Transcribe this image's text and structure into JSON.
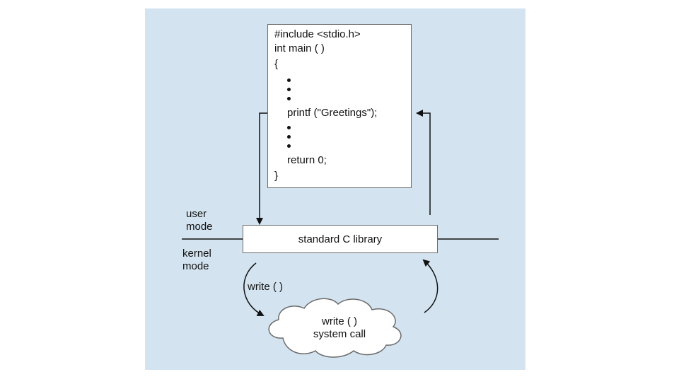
{
  "code": {
    "line1": "#include <stdio.h>",
    "line2": "int main ( )",
    "line3": "{",
    "line4": "printf (\"Greetings\");",
    "line5": "return 0;",
    "line6": "}"
  },
  "library": {
    "label": "standard C library"
  },
  "modes": {
    "user": [
      "user",
      "mode"
    ],
    "kernel": [
      "kernel",
      "mode"
    ]
  },
  "call_label": "write ( )",
  "cloud": {
    "line1": "write ( )",
    "line2": "system call"
  },
  "colors": {
    "panel": "#d3e4f0",
    "box_border": "#6b6b6b",
    "line": "#111111"
  }
}
